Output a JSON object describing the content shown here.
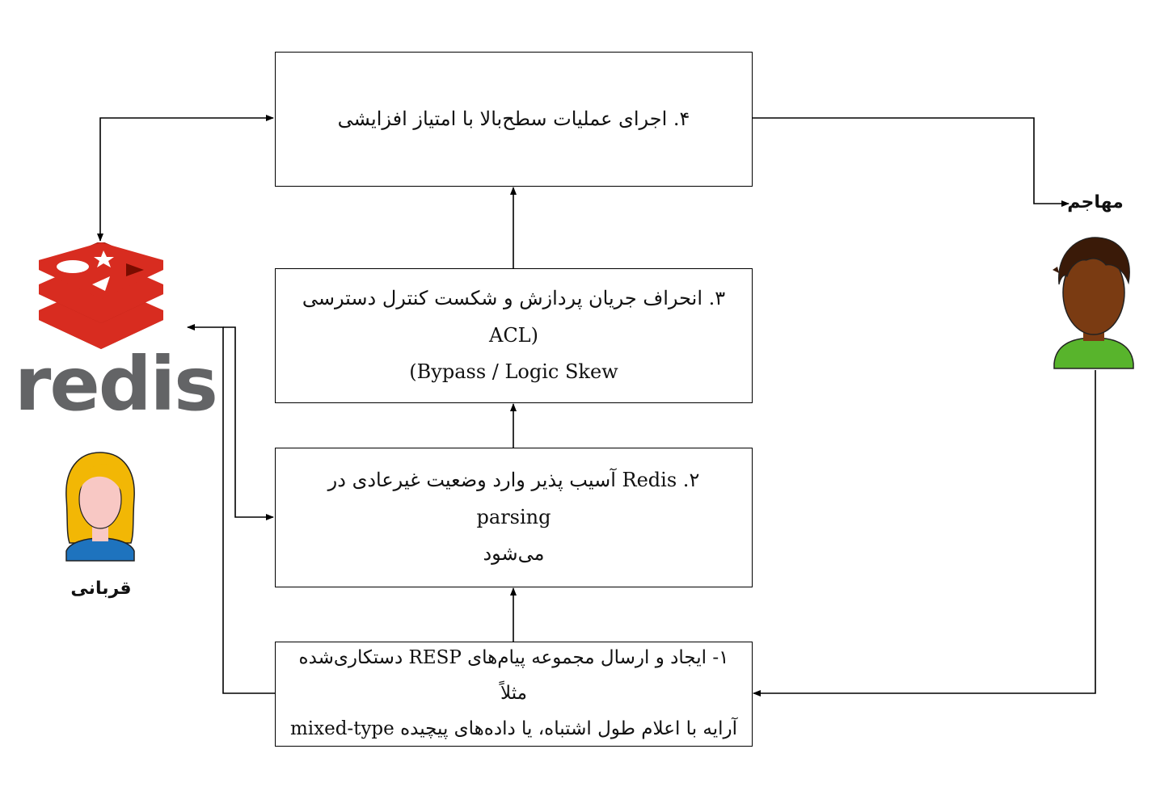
{
  "steps": {
    "step4": {
      "line1": "۴. اجرای عملیات سطح‌بالا با امتیاز افزایشی"
    },
    "step3": {
      "line1": "۳. انحراف جریان پردازش و شکست کنترل دسترسی (ACL",
      "line2": "Bypass / Logic Skew)"
    },
    "step2": {
      "line1": "۲. Redis آسیب پذیر وارد وضعیت غیرعادی در parsing",
      "line2": "می‌شود"
    },
    "step1": {
      "line1": "۱- ایجاد و ارسال مجموعه پیام‌های RESP دستکاری‌شده مثلاً",
      "line2": "آرایه با اعلام طول اشتباه، یا داده‌های پیچیده mixed-type"
    }
  },
  "actors": {
    "attacker_label": "مهاجم",
    "victim_label": "قربانی"
  },
  "logo": {
    "word": "redis",
    "word_color": "#636466",
    "brand_color": "#d82c20"
  },
  "colors": {
    "line": "#000000",
    "victim_hair": "#f2b705",
    "victim_shirt": "#1e73be",
    "attacker_skin": "#7a3b12",
    "attacker_shirt": "#58b42c"
  }
}
